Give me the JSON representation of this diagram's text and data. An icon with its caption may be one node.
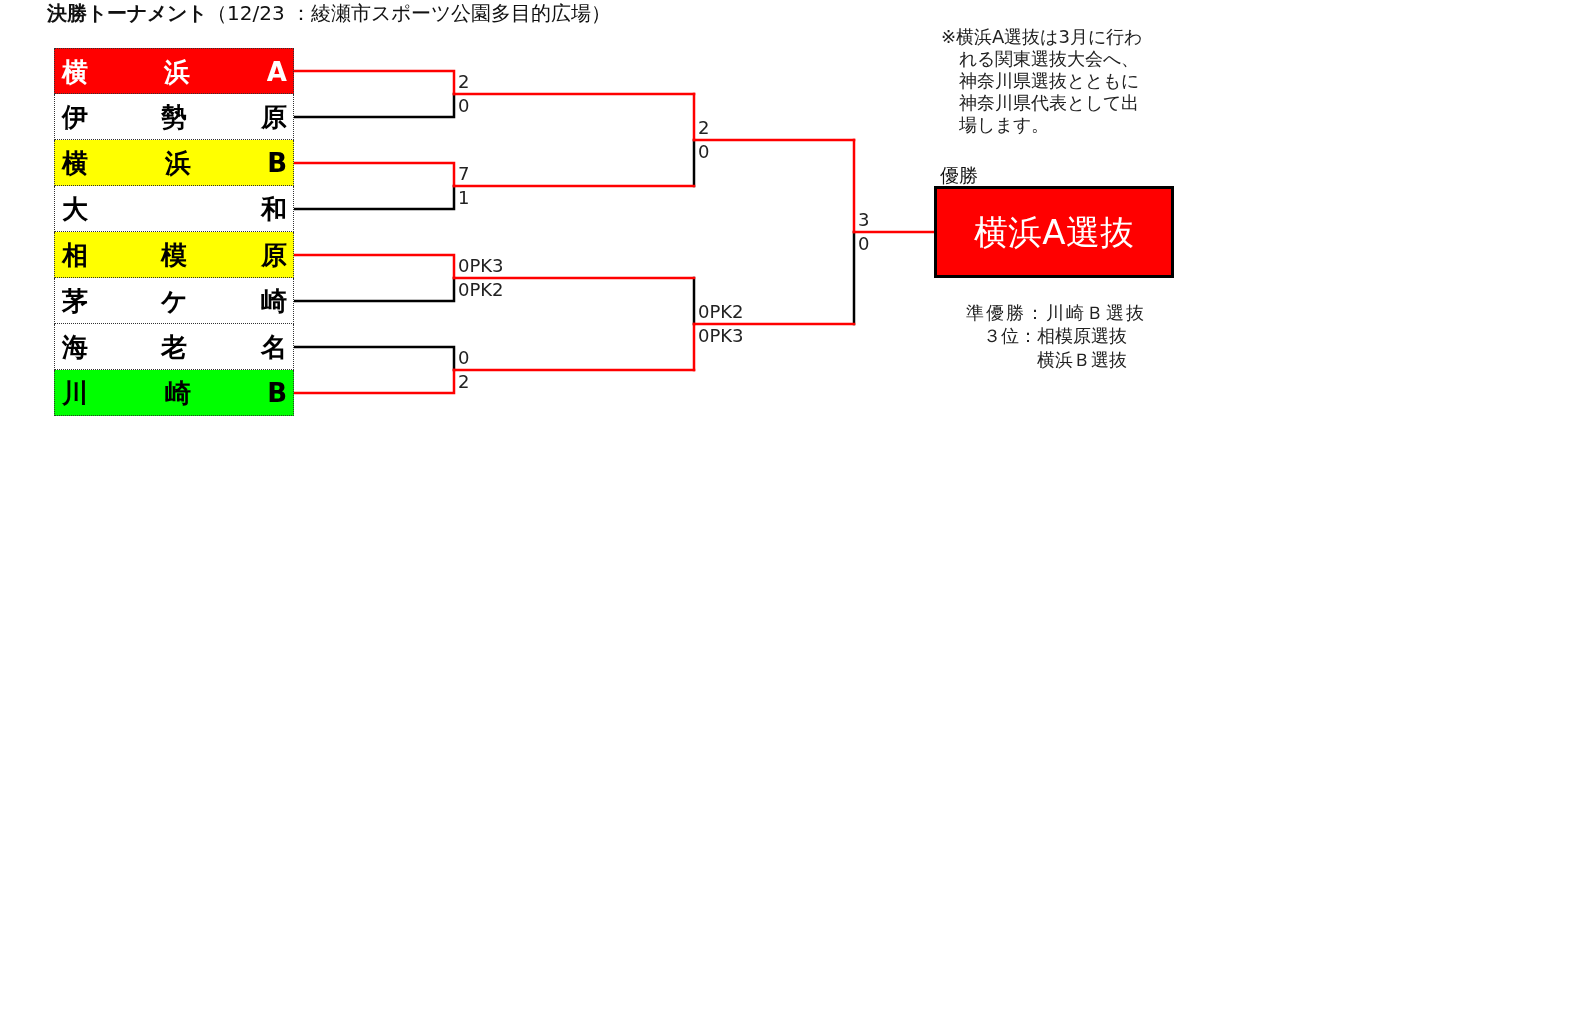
{
  "diagram": {
    "title": "**決勝トーナメント**（12/23 ：綾瀬市スポーツ公園多目的広場）",
    "nodes": [
      {
        "text": [
          "横 浜 A"
        ]
      },
      {
        "text": [
          "伊 勢 原"
        ]
      },
      {
        "text": [
          "横 浜 B"
        ]
      },
      {
        "text": [
          "大 和"
        ]
      },
      {
        "text": [
          "相 模 原"
        ]
      },
      {
        "text": [
          "茅 ケ 崎"
        ]
      },
      {
        "text": [
          "海 老 名"
        ]
      },
      {
        "text": [
          "川 崎 B"
        ]
      },
      {
        "text": [
          "優勝",
          "横浜A選抜"
        ]
      }
    ],
    "edges": [
      {
        "from": 0,
        "to": 8,
        "arrow": "none",
        "color": "#ff0000"
      },
      {
        "from": 1,
        "to": 8,
        "arrow": "none"
      },
      {
        "from": 2,
        "to": 8,
        "arrow": "none",
        "color": "#ff0000"
      },
      {
        "from": 3,
        "to": 8,
        "arrow": "none"
      },
      {
        "from": 4,
        "to": 8,
        "arrow": "none",
        "color": "#ff0000"
      },
      {
        "from": 5,
        "to": 8,
        "arrow": "none"
      },
      {
        "from": 6,
        "to": 8,
        "arrow": "none"
      },
      {
        "from": 7,
        "to": 8,
        "arrow": "none",
        "color": "#ff0000"
      }
    ],
    "labels": [
      "2",
      "0",
      "2",
      "0",
      "7",
      "1",
      "3",
      "0",
      "0PK3",
      "0PK2",
      "0PK2",
      "0PK3",
      "0",
      "2",
      "※横浜A選抜は3月に行われる関東選抜大会へ、神奈川県選抜とともに神奈川県代表として出場します。",
      "準優勝：川崎Ｂ選抜",
      "３位：相模原選抜",
      "横浜Ｂ選抜"
    ]
  }
}
